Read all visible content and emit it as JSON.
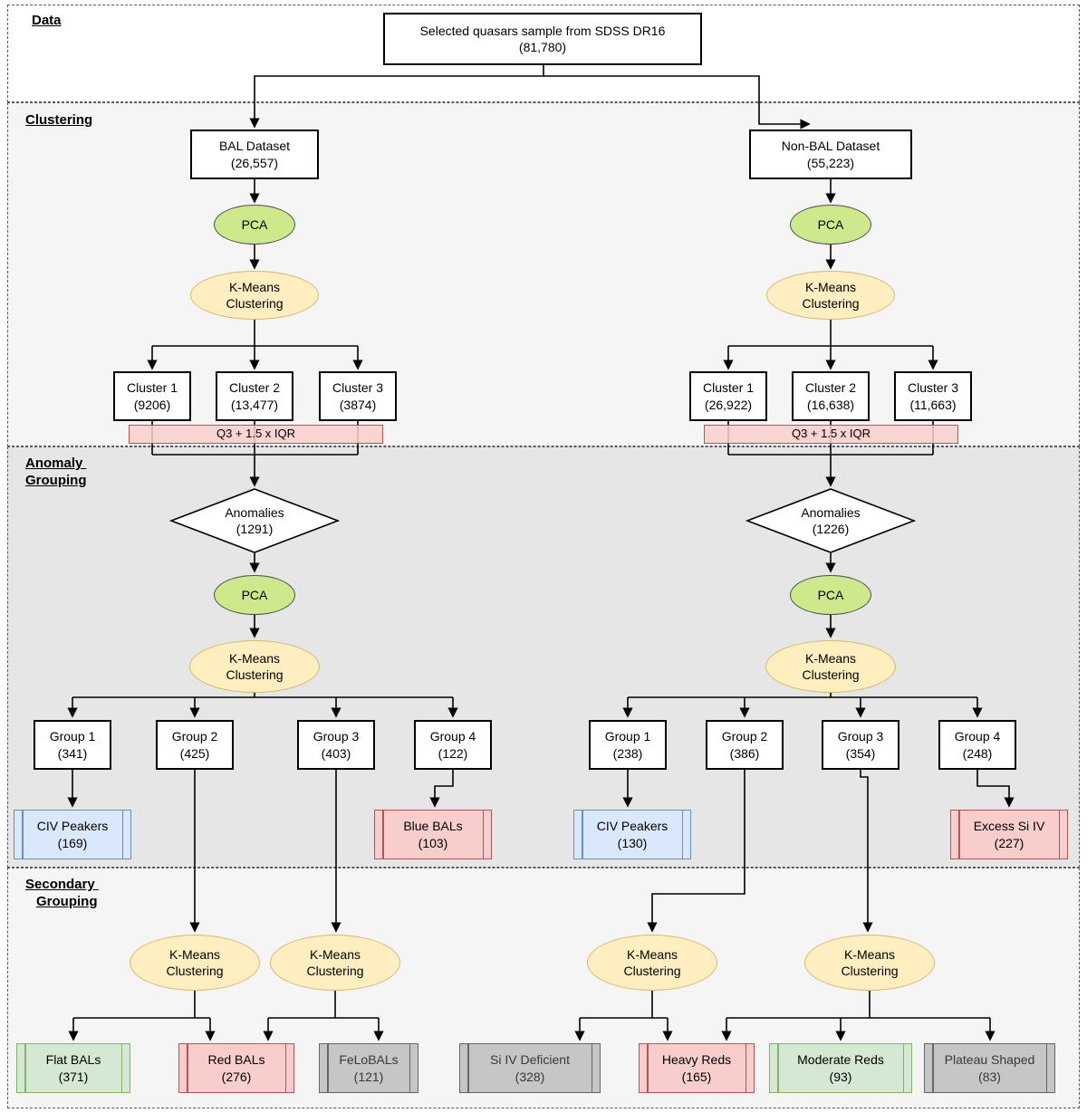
{
  "sections": {
    "data": {
      "label": "Data"
    },
    "clustering": {
      "label": "Clustering"
    },
    "anomaly_grouping": {
      "line1": "Anomaly ",
      "line2": "Grouping"
    },
    "secondary_grouping": {
      "line1": "Secondary ",
      "line2": "Grouping"
    }
  },
  "labels": {
    "pca": "PCA",
    "kmeans_line1": "K-Means",
    "kmeans_line2": "Clustering",
    "iqr_rule": "Q3 + 1.5 x IQR"
  },
  "pipeline": {
    "root": {
      "label": "Selected quasars sample from SDSS DR16",
      "count": "(81,780)"
    },
    "bal": {
      "dataset": {
        "label": "BAL Dataset",
        "count": "(26,557)"
      },
      "clusters": [
        {
          "label": "Cluster 1",
          "count": "(9206)"
        },
        {
          "label": "Cluster 2",
          "count": "(13,477)"
        },
        {
          "label": "Cluster 3",
          "count": "(3874)"
        }
      ],
      "anomalies": {
        "label": "Anomalies",
        "count": "(1291)"
      },
      "groups": [
        {
          "label": "Group 1",
          "count": "(341)"
        },
        {
          "label": "Group 2",
          "count": "(425)"
        },
        {
          "label": "Group 3",
          "count": "(403)"
        },
        {
          "label": "Group 4",
          "count": "(122)"
        }
      ],
      "group_results": [
        {
          "label": "CIV Peakers",
          "count": "(169)"
        },
        {
          "label": "Blue BALs",
          "count": "(103)"
        }
      ],
      "secondary_results": [
        {
          "label": "Flat BALs",
          "count": "(371)"
        },
        {
          "label": "Red BALs",
          "count": "(276)"
        },
        {
          "label": "FeLoBALs",
          "count": "(121)"
        }
      ]
    },
    "nonbal": {
      "dataset": {
        "label": "Non-BAL Dataset",
        "count": "(55,223)"
      },
      "clusters": [
        {
          "label": "Cluster 1",
          "count": "(26,922)"
        },
        {
          "label": "Cluster 2",
          "count": "(16,638)"
        },
        {
          "label": "Cluster 3",
          "count": "(11,663)"
        }
      ],
      "anomalies": {
        "label": "Anomalies",
        "count": "(1226)"
      },
      "groups": [
        {
          "label": "Group 1",
          "count": "(238)"
        },
        {
          "label": "Group 2",
          "count": "(386)"
        },
        {
          "label": "Group 3",
          "count": "(354)"
        },
        {
          "label": "Group 4",
          "count": "(248)"
        }
      ],
      "group_results": [
        {
          "label": "CIV Peakers",
          "count": "(130)"
        },
        {
          "label": "Excess Si IV",
          "count": "(227)"
        }
      ],
      "secondary_results": [
        {
          "label": "Si IV Deficient",
          "count": "(328)"
        },
        {
          "label": "Heavy Reds",
          "count": "(165)"
        },
        {
          "label": "Moderate Reds",
          "count": "(93)"
        },
        {
          "label": "Plateau Shaped",
          "count": "(83)"
        }
      ]
    }
  },
  "colors": {
    "pca_fill": "#cde98c",
    "kmeans_fill": "#feeec0",
    "kmeans_border": "#d8b96d",
    "blue_fill": "#dae8fc",
    "blue_border": "#6c8ebf",
    "red_fill": "#f8cecc",
    "red_border": "#b85450",
    "green_fill": "#d5e8d4",
    "green_border": "#82b366",
    "gray_fill": "#c6c6c6",
    "gray_border": "#666666",
    "section_bg_light": "#f5f5f5",
    "section_bg_dark": "#e6e6e6"
  }
}
